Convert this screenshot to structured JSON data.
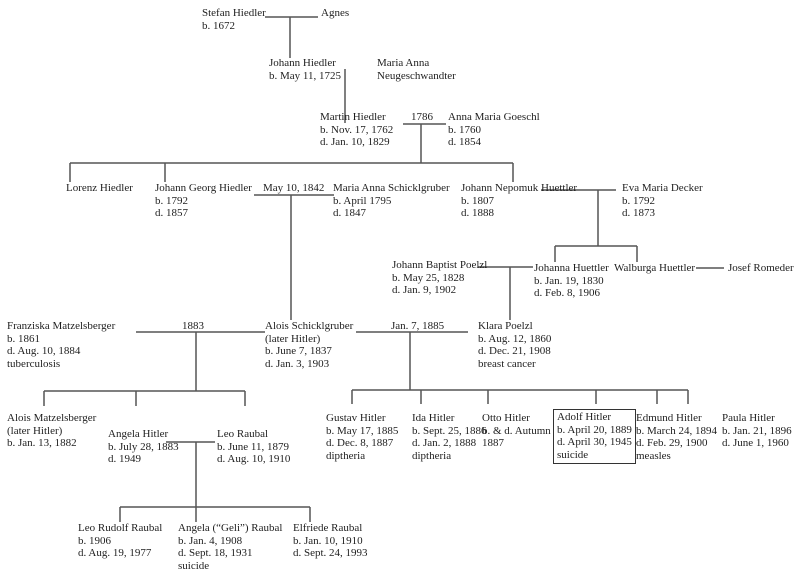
{
  "people": [
    {
      "id": "stefan",
      "lines": [
        "Stefan Hiedler",
        "b. 1672"
      ]
    },
    {
      "id": "agnes",
      "lines": [
        "Agnes"
      ]
    },
    {
      "id": "johann-hiedler",
      "lines": [
        "Johann Hiedler",
        "b. May 11, 1725"
      ]
    },
    {
      "id": "maria-anna-neugeschwandter",
      "lines": [
        "Maria Anna",
        "Neugeschwandter"
      ]
    },
    {
      "id": "martin-hiedler",
      "lines": [
        "Martin Hiedler",
        "b. Nov. 17, 1762",
        "d. Jan. 10, 1829"
      ]
    },
    {
      "id": "anna-maria-goeschl",
      "lines": [
        "Anna Maria Goeschl",
        "b. 1760",
        "d. 1854"
      ]
    },
    {
      "id": "lorenz-hiedler",
      "lines": [
        "Lorenz Hiedler"
      ]
    },
    {
      "id": "johann-georg-hiedler",
      "lines": [
        "Johann Georg Hiedler",
        "b. 1792",
        "d. 1857"
      ]
    },
    {
      "id": "maria-anna-schicklgruber",
      "lines": [
        "Maria Anna Schicklgruber",
        "b. April 1795",
        "d. 1847"
      ]
    },
    {
      "id": "johann-nepomuk-huettler",
      "lines": [
        "Johann Nepomuk Huettler",
        "b. 1807",
        "d. 1888"
      ]
    },
    {
      "id": "eva-maria-decker",
      "lines": [
        "Eva Maria Decker",
        "b. 1792",
        "d. 1873"
      ]
    },
    {
      "id": "johann-baptist-poelzl",
      "lines": [
        "Johann Baptist Poelzl",
        "b. May 25, 1828",
        "d. Jan. 9, 1902"
      ]
    },
    {
      "id": "johanna-huettler",
      "lines": [
        "Johanna Huettler",
        "b. Jan. 19, 1830",
        "d. Feb. 8, 1906"
      ]
    },
    {
      "id": "walburga-huettler",
      "lines": [
        "Walburga Huettler"
      ]
    },
    {
      "id": "josef-romeder",
      "lines": [
        "Josef Romeder"
      ]
    },
    {
      "id": "franziska-matzelsberger",
      "lines": [
        "Franziska Matzelsberger",
        "b. 1861",
        "d. Aug. 10, 1884",
        "tuberculosis"
      ]
    },
    {
      "id": "alois-schicklgruber",
      "lines": [
        "Alois Schicklgruber",
        "(later Hitler)",
        "b. June 7, 1837",
        "d. Jan. 3, 1903"
      ]
    },
    {
      "id": "klara-poelzl",
      "lines": [
        "Klara Poelzl",
        "b. Aug. 12, 1860",
        "d. Dec. 21, 1908",
        "breast cancer"
      ]
    },
    {
      "id": "alois-matzelsberger",
      "lines": [
        "Alois Matzelsberger",
        "(later Hitler)",
        "b. Jan. 13, 1882"
      ]
    },
    {
      "id": "angela-hitler",
      "lines": [
        "Angela Hitler",
        "b. July 28, 1883",
        "d. 1949"
      ]
    },
    {
      "id": "leo-raubal",
      "lines": [
        "Leo Raubal",
        "b. June 11, 1879",
        "d. Aug. 10, 1910"
      ]
    },
    {
      "id": "gustav-hitler",
      "lines": [
        "Gustav Hitler",
        "b. May 17, 1885",
        "d. Dec. 8, 1887",
        "diptheria"
      ]
    },
    {
      "id": "ida-hitler",
      "lines": [
        "Ida Hitler",
        "b. Sept. 25, 1886",
        "d. Jan. 2, 1888",
        "diptheria"
      ]
    },
    {
      "id": "otto-hitler",
      "lines": [
        "Otto Hitler",
        "b. & d. Autumn",
        "1887"
      ]
    },
    {
      "id": "adolf-hitler",
      "lines": [
        "Adolf Hitler",
        "b. April 20, 1889",
        "d. April 30, 1945",
        "suicide"
      ]
    },
    {
      "id": "edmund-hitler",
      "lines": [
        "Edmund Hitler",
        "b. March 24, 1894",
        "d. Feb. 29, 1900",
        "measles"
      ]
    },
    {
      "id": "paula-hitler",
      "lines": [
        "Paula Hitler",
        "b. Jan. 21, 1896",
        "d. June 1, 1960"
      ]
    },
    {
      "id": "leo-rudolf-raubal",
      "lines": [
        "Leo Rudolf Raubal",
        "b. 1906",
        "d. Aug. 19, 1977"
      ]
    },
    {
      "id": "angela-geli-raubal",
      "lines": [
        "Angela (“Geli”) Raubal",
        "b. Jan. 4, 1908",
        "d. Sept. 18, 1931",
        "suicide"
      ]
    },
    {
      "id": "elfriede-raubal",
      "lines": [
        "Elfriede Raubal",
        "b. Jan. 10, 1910",
        "d. Sept. 24, 1993"
      ]
    }
  ],
  "marriage_dates": {
    "martin_anna": "1786",
    "johann_georg_maria_anna": "May 10, 1842",
    "alois_franziska": "1883",
    "alois_klara": "Jan. 7, 1885"
  },
  "colors": {
    "ink": "#1e1e1e",
    "line": "#555555",
    "box": "#333333",
    "background": "#ffffff"
  }
}
